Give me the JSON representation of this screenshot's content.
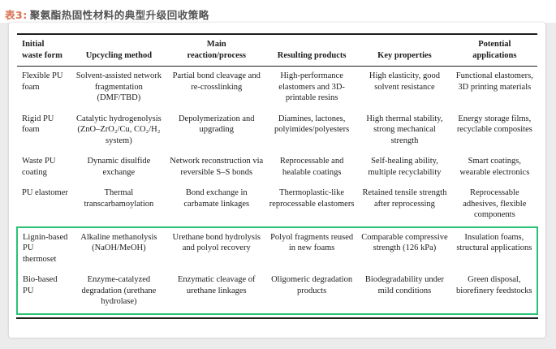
{
  "title": {
    "prefix": "表3:",
    "text": "聚氨酯热固性材料的典型升级回收策略"
  },
  "colors": {
    "accent_title": "#d9704f",
    "title_text": "#545454",
    "rule": "#1f1f1f",
    "page_bg": "#ececec",
    "highlight_border": "#2ac274"
  },
  "table": {
    "headers": [
      {
        "lines": [
          "Initial",
          "waste form"
        ]
      },
      {
        "lines": [
          "Upcycling method"
        ]
      },
      {
        "lines": [
          "Main",
          "reaction/process"
        ]
      },
      {
        "lines": [
          "Resulting products"
        ]
      },
      {
        "lines": [
          "Key properties"
        ]
      },
      {
        "lines": [
          "Potential",
          "applications"
        ]
      }
    ],
    "rows": [
      {
        "cells": [
          "Flexible PU foam",
          "Solvent-assisted network fragmentation (DMF/TBD)",
          "Partial bond cleavage and re-crosslinking",
          "High-performance elastomers and 3D-printable resins",
          "High elasticity, good solvent resistance",
          "Functional elastomers, 3D printing materials"
        ]
      },
      {
        "cells": [
          "Rigid PU foam",
          "Catalytic hydrogenolysis (ZnO–ZrO₂/Cu, CO₂/H₂ system)",
          "Depolymerization and upgrading",
          "Diamines, lactones, polyimides/polyesters",
          "High thermal stability, strong mechanical strength",
          "Energy storage films, recyclable composites"
        ]
      },
      {
        "cells": [
          "Waste PU coating",
          "Dynamic disulfide exchange",
          "Network reconstruction via reversible S–S bonds",
          "Reprocessable and healable coatings",
          "Self-healing ability, multiple recyclability",
          "Smart coatings, wearable electronics"
        ]
      },
      {
        "cells": [
          "PU elastomer",
          "Thermal transcarbamoylation",
          "Bond exchange in carbamate linkages",
          "Thermoplastic-like reprocessable elastomers",
          "Retained tensile strength after reprocessing",
          "Reprocessable adhesives, flexible components"
        ]
      },
      {
        "cells": [
          "Lignin-based PU thermoset",
          "Alkaline methanolysis (NaOH/MeOH)",
          "Urethane bond hydrolysis and polyol recovery",
          "Polyol fragments reused in new foams",
          "Comparable compressive strength (126 kPa)",
          "Insulation foams, structural applications"
        ]
      },
      {
        "cells": [
          "Bio-based PU",
          "Enzyme-catalyzed degradation (urethane hydrolase)",
          "Enzymatic cleavage of urethane linkages",
          "Oligomeric degradation products",
          "Biodegradability under mild conditions",
          "Green disposal, biorefinery feedstocks"
        ]
      }
    ],
    "highlighted_row_indices": [
      4,
      5
    ]
  }
}
